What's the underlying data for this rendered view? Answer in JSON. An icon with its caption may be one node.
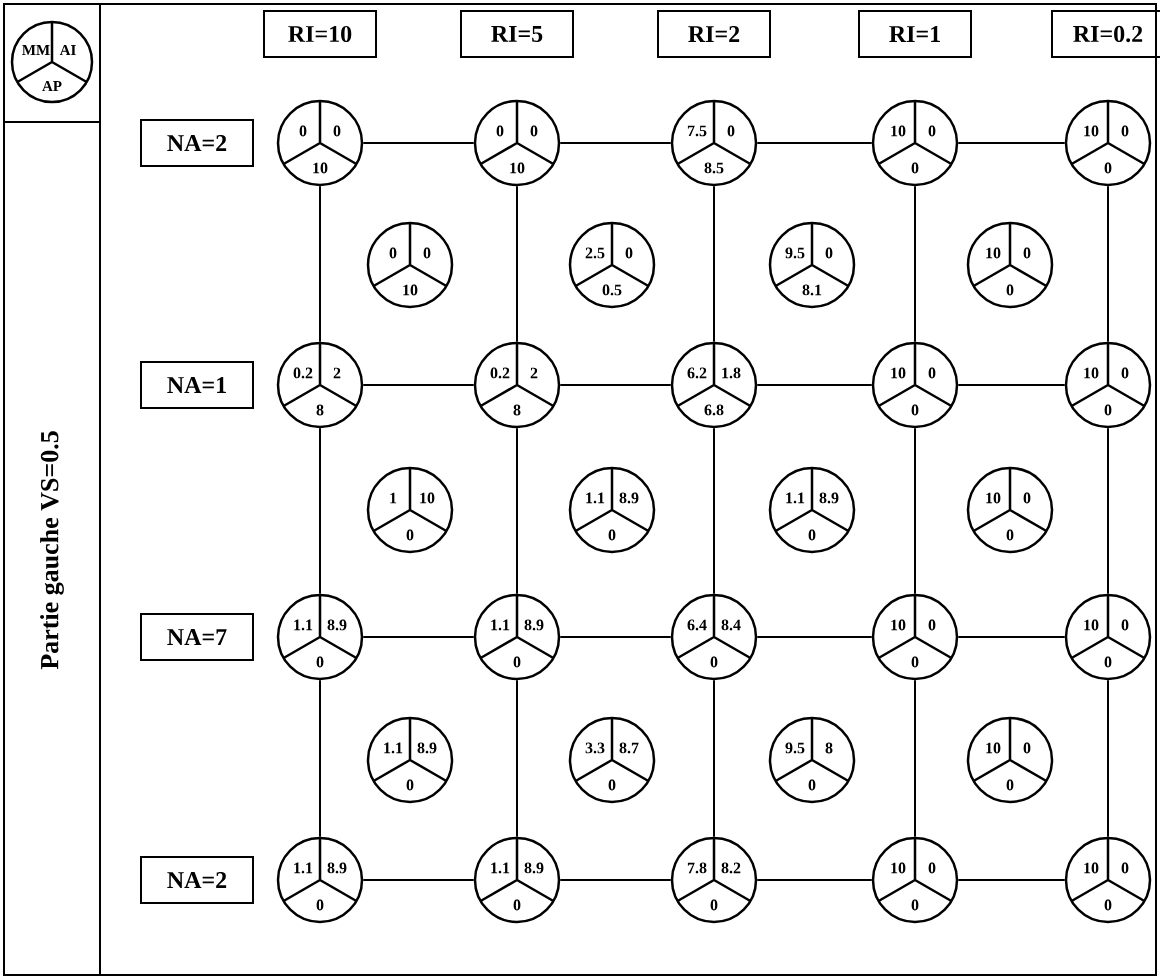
{
  "diagram": {
    "nodes": [
      {
        "text": [
          "MM",
          "AI",
          "AP"
        ]
      },
      {
        "text": [
          "RI=10"
        ]
      },
      {
        "text": [
          "RI=5"
        ]
      },
      {
        "text": [
          "RI=2"
        ]
      },
      {
        "text": [
          "RI=1"
        ]
      },
      {
        "text": [
          "RI=0.2"
        ]
      },
      {
        "text": [
          "NA=2"
        ]
      },
      {
        "text": [
          "0",
          "0",
          "10"
        ]
      },
      {
        "text": [
          "0",
          "0",
          "10"
        ]
      },
      {
        "text": [
          "7.5",
          "0",
          "8.5"
        ]
      },
      {
        "text": [
          "10",
          "0",
          "0"
        ]
      },
      {
        "text": [
          "10",
          "0",
          "0"
        ]
      },
      {
        "text": [
          "0",
          "0",
          "10"
        ]
      },
      {
        "text": [
          "2.5",
          "0",
          "0.5"
        ]
      },
      {
        "text": [
          "9.5",
          "0",
          "8.1"
        ]
      },
      {
        "text": [
          "10",
          "0",
          "0"
        ]
      },
      {
        "text": [
          "NA=1"
        ]
      },
      {
        "text": [
          "0.2",
          "2",
          "8"
        ]
      },
      {
        "text": [
          "0.2",
          "2",
          "8"
        ]
      },
      {
        "text": [
          "6.2",
          "1.8",
          "6.8"
        ]
      },
      {
        "text": [
          "10",
          "0",
          "0"
        ]
      },
      {
        "text": [
          "10",
          "0",
          "0"
        ]
      },
      {
        "text": [
          "1",
          "10",
          "0"
        ]
      },
      {
        "text": [
          "1.1",
          "8.9",
          "0"
        ]
      },
      {
        "text": [
          "1.1",
          "8.9",
          "0"
        ]
      },
      {
        "text": [
          "10",
          "0",
          "0"
        ]
      },
      {
        "text": [
          "NA=7"
        ]
      },
      {
        "text": [
          "1.1",
          "8.9",
          "0"
        ]
      },
      {
        "text": [
          "1.1",
          "8.9",
          "0"
        ]
      },
      {
        "text": [
          "6.4",
          "8.4",
          "0"
        ]
      },
      {
        "text": [
          "10",
          "0",
          "0"
        ]
      },
      {
        "text": [
          "10",
          "0",
          "0"
        ]
      },
      {
        "text": [
          "1.1",
          "8.9",
          "0"
        ]
      },
      {
        "text": [
          "3.3",
          "8.7",
          "0"
        ]
      },
      {
        "text": [
          "9.5",
          "8",
          "0"
        ]
      },
      {
        "text": [
          "10",
          "0",
          "0"
        ]
      },
      {
        "text": [
          "NA=2"
        ]
      },
      {
        "text": [
          "1.1",
          "8.9",
          "0"
        ]
      },
      {
        "text": [
          "1.1",
          "8.9",
          "0"
        ]
      },
      {
        "text": [
          "7.8",
          "8.2",
          "0"
        ]
      },
      {
        "text": [
          "10",
          "0",
          "0"
        ]
      },
      {
        "text": [
          "10",
          "0",
          "0"
        ]
      }
    ],
    "edges": [
      {
        "from": 7,
        "to": 8,
        "arrow": "none"
      },
      {
        "from": 8,
        "to": 9,
        "arrow": "none"
      },
      {
        "from": 9,
        "to": 10,
        "arrow": "none"
      },
      {
        "from": 10,
        "to": 11,
        "arrow": "none"
      },
      {
        "from": 17,
        "to": 18,
        "arrow": "none"
      },
      {
        "from": 18,
        "to": 19,
        "arrow": "none"
      },
      {
        "from": 19,
        "to": 20,
        "arrow": "none"
      },
      {
        "from": 20,
        "to": 21,
        "arrow": "none"
      },
      {
        "from": 27,
        "to": 28,
        "arrow": "none"
      },
      {
        "from": 28,
        "to": 29,
        "arrow": "none"
      },
      {
        "from": 29,
        "to": 30,
        "arrow": "none"
      },
      {
        "from": 30,
        "to": 31,
        "arrow": "none"
      },
      {
        "from": 37,
        "to": 38,
        "arrow": "none"
      },
      {
        "from": 38,
        "to": 39,
        "arrow": "none"
      },
      {
        "from": 39,
        "to": 40,
        "arrow": "none"
      },
      {
        "from": 40,
        "to": 41,
        "arrow": "none"
      },
      {
        "from": 7,
        "to": 17,
        "arrow": "none"
      },
      {
        "from": 17,
        "to": 27,
        "arrow": "none"
      },
      {
        "from": 27,
        "to": 37,
        "arrow": "none"
      },
      {
        "from": 8,
        "to": 18,
        "arrow": "none"
      },
      {
        "from": 18,
        "to": 28,
        "arrow": "none"
      },
      {
        "from": 28,
        "to": 38,
        "arrow": "none"
      },
      {
        "from": 9,
        "to": 19,
        "arrow": "none"
      },
      {
        "from": 19,
        "to": 29,
        "arrow": "none"
      },
      {
        "from": 29,
        "to": 39,
        "arrow": "none"
      },
      {
        "from": 10,
        "to": 20,
        "arrow": "none"
      },
      {
        "from": 20,
        "to": 30,
        "arrow": "none"
      },
      {
        "from": 30,
        "to": 40,
        "arrow": "none"
      },
      {
        "from": 11,
        "to": 21,
        "arrow": "none"
      },
      {
        "from": 21,
        "to": 31,
        "arrow": "none"
      },
      {
        "from": 31,
        "to": 41,
        "arrow": "none"
      }
    ],
    "labels": [
      "Partie gauche VS=0.5"
    ]
  }
}
